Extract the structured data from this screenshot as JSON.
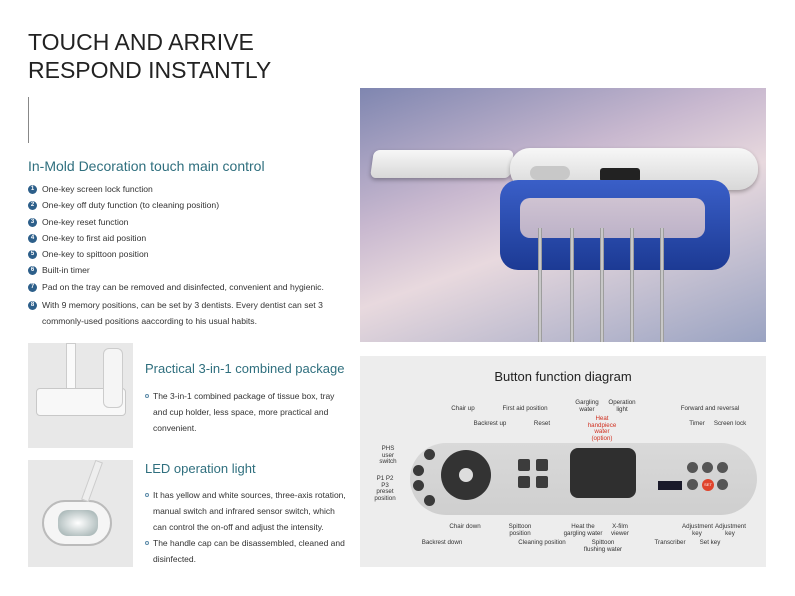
{
  "title": [
    "TOUCH AND ARRIVE",
    "RESPOND INSTANTLY"
  ],
  "main_control": {
    "heading": "In-Mold Decoration touch main control",
    "items": [
      {
        "num": "1",
        "text": "One-key screen lock function"
      },
      {
        "num": "2",
        "text": "One-key off duty function (to cleaning position)"
      },
      {
        "num": "3",
        "text": "One-key reset function"
      },
      {
        "num": "4",
        "text": "One-key to first aid position"
      },
      {
        "num": "5",
        "text": "One-key to spittoon position"
      },
      {
        "num": "6",
        "text": "Built-in timer"
      },
      {
        "num": "7",
        "text": "Pad on the tray can be removed and disinfected, convenient and hygienic."
      },
      {
        "num": "8",
        "text": "With 9 memory positions, can be set by 3 dentists. Every dentist can set 3 commonly-used positions aaccording to his usual habits."
      }
    ]
  },
  "package": {
    "heading": "Practical 3-in-1 combined package",
    "bullets": [
      "The 3-in-1 combined package of tissue box, tray and cup holder, less space, more practical and convenient."
    ]
  },
  "led": {
    "heading": "LED operation light",
    "bullets": [
      "It has yellow and white sources, three-axis rotation, manual switch and infrared sensor switch, which can control the on-off and adjust the intensity.",
      "The handle cap can be disassembled, cleaned and disinfected."
    ]
  },
  "diagram": {
    "title": "Button function diagram",
    "labels": {
      "chair_up": "Chair up",
      "backrest_up": "Backrest up",
      "first_aid": "First aid position",
      "reset": "Reset",
      "gargling": "Gargling water",
      "operation_light": "Operation light",
      "heat_handpiece": "Heat handpiece water (option)",
      "forward_reversal": "Forward and reversal",
      "timer": "Timer",
      "screen_lock": "Screen lock",
      "phs": "PHS user switch",
      "preset": "P1 P2 P3 preset position",
      "chair_down": "Chair down",
      "backrest_down": "Backrest down",
      "spittoon_pos": "Spittoon position",
      "cleaning": "Cleaning position",
      "heat_gargling": "Heat the gargling water",
      "xfilm": "X-film viewer",
      "spittoon_flush": "Spittoon flushing water",
      "transcriber": "Transcriber",
      "adj_left": "Adjustment key",
      "set_key": "Set key",
      "adj_right": "Adjustment key"
    },
    "set_button": "SET",
    "colors": {
      "set": "#e0442c",
      "panel": "#d5d5d5",
      "keys": "#3a3a3a"
    }
  }
}
